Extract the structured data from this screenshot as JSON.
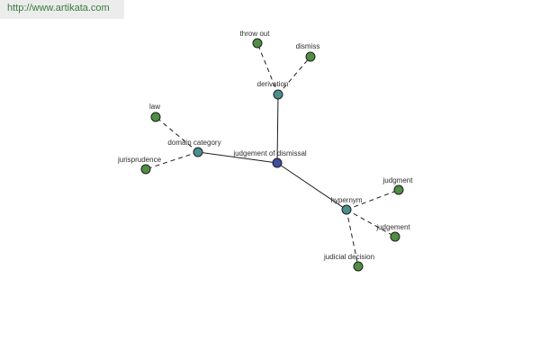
{
  "site": {
    "url": "http://www.artikata.com"
  },
  "colors": {
    "central": "#3d4fa0",
    "relation": "#4d8e8e",
    "leaf": "#4f8e43"
  },
  "graph": {
    "center": "judgement of dismissal",
    "relations": [
      {
        "label": "derivation",
        "children": [
          "throw out",
          "dismiss"
        ]
      },
      {
        "label": "domain category",
        "children": [
          "law",
          "jurisprudence"
        ]
      },
      {
        "label": "hypernym",
        "children": [
          "judgment",
          "judgement",
          "judicial decision"
        ]
      }
    ]
  }
}
